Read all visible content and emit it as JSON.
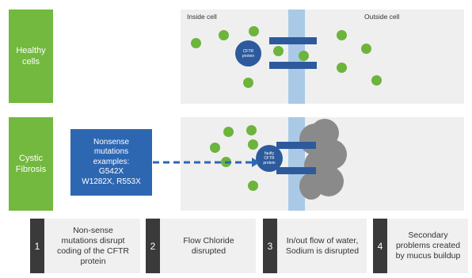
{
  "rows": {
    "healthy_label": "Healthy\ncells",
    "cf_label": "Cystic\nFibrosis"
  },
  "top_panel": {
    "inside_label": "Inside cell",
    "outside_label": "Outside cell",
    "protein_label": "CFTR\nprotein"
  },
  "bottom_panel": {
    "protein_label": "faulty\nCFTR\nprotein"
  },
  "nonsense_box": {
    "text": "Nonsense\nmutations\nexamples:\nG542X\nW1282X, R553X"
  },
  "steps": [
    {
      "number": "1",
      "text": "Non-sense\nmutations disrupt\ncoding of the CFTR\nprotein"
    },
    {
      "number": "2",
      "text": "Flow Chloride\ndisrupted"
    },
    {
      "number": "3",
      "text": "In/out flow of water,\nSodium is disrupted"
    },
    {
      "number": "4",
      "text": "Secondary\nproblems created\nby mucus buildup"
    }
  ],
  "colors": {
    "row_label_green": "#73b83f",
    "protein_blue": "#2d5a9c",
    "membrane_blue": "#a9c9e6",
    "ion_green": "#6cb43c",
    "mucus_gray": "#8a8a8a",
    "step_dark": "#3a3a3a"
  }
}
